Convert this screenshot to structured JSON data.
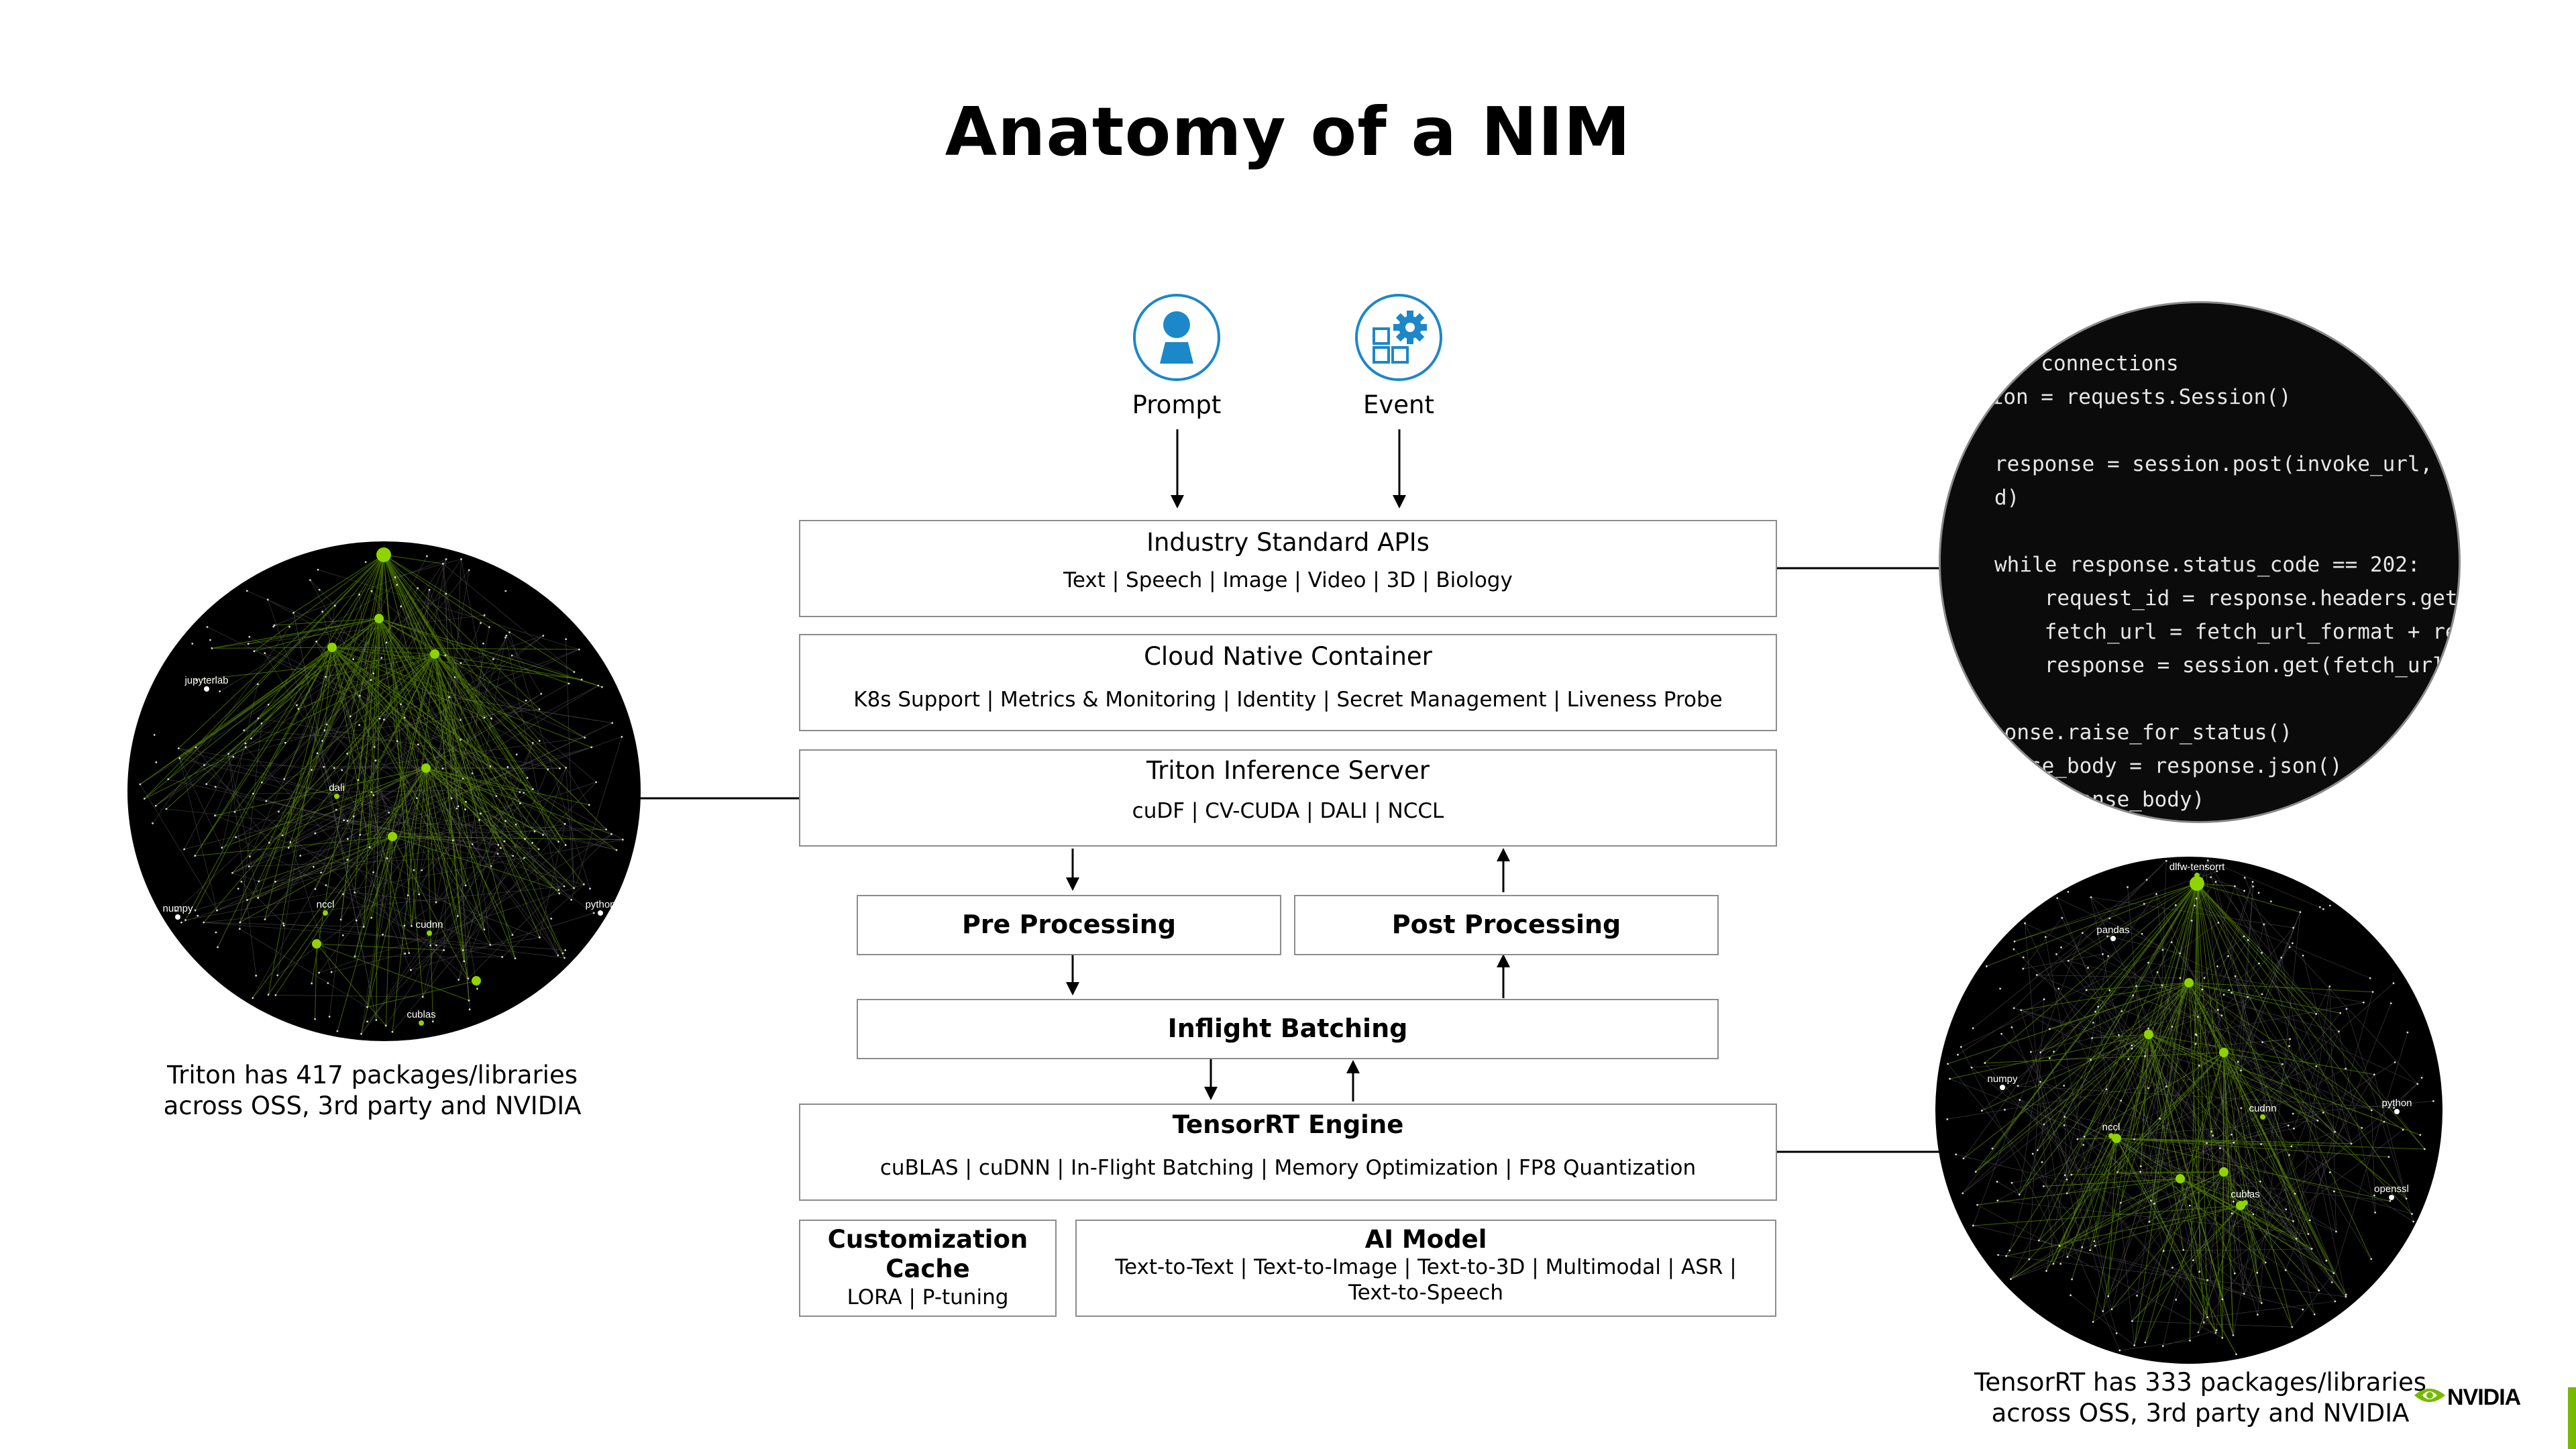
{
  "title": "Anatomy of a NIM",
  "inputs": [
    {
      "label": "Prompt",
      "icon": "person-icon"
    },
    {
      "label": "Event",
      "icon": "apps-gear-icon"
    }
  ],
  "layers": {
    "apis": {
      "title": "Industry Standard APIs",
      "sub": "Text | Speech | Image | Video | 3D | Biology"
    },
    "container": {
      "title": "Cloud Native Container",
      "sub": "K8s Support | Metrics & Monitoring | Identity | Secret Management | Liveness Probe"
    },
    "triton": {
      "title": "Triton Inference Server",
      "sub": "cuDF | CV-CUDA | DALI | NCCL"
    },
    "pre": {
      "title": "Pre Processing"
    },
    "post": {
      "title": "Post Processing"
    },
    "batching": {
      "title": "Inflight Batching"
    },
    "tensorrt": {
      "title": "TensorRT Engine",
      "sub": "cuBLAS | cuDNN | In-Flight Batching | Memory Optimization | FP8 Quantization"
    },
    "cache": {
      "title": "Customization Cache",
      "sub": "LORA | P-tuning"
    },
    "model": {
      "title": "AI Model",
      "sub": "Text-to-Text | Text-to-Image | Text-to-3D | Multimodal | ASR | Text-to-Speech"
    }
  },
  "code_lines": [
    "# Reuse connections",
    "session = requests.Session()",
    "",
    "response = session.post(invoke_url, headers=headers, json=payload)",
    "d)",
    "",
    "while response.status_code == 202:",
    "    request_id = response.headers.get(\"NVCF-REQID\")",
    "    fetch_url = fetch_url_format + request_id",
    "    response = session.get(fetch_url, headers=headers)",
    "",
    "response.raise_for_status()",
    "response_body = response.json()",
    "print(response_body)"
  ],
  "triton_graph": {
    "caption_line1": "Triton has 417 packages/libraries",
    "caption_line2": "across OSS, 3rd party and NVIDIA",
    "node_labels": [
      "jupyterlab",
      "dali",
      "numpy",
      "nccl",
      "cudnn",
      "python",
      "cublas"
    ]
  },
  "tensorrt_graph": {
    "caption_line1": "TensorRT has  333 packages/libraries",
    "caption_line2": "across OSS, 3rd party and NVIDIA",
    "node_labels": [
      "dlfw-tensorrt",
      "pandas",
      "numpy",
      "nccl",
      "cudnn",
      "python",
      "cublas",
      "openssl"
    ]
  },
  "logo": {
    "text": "NVIDIA",
    "icon": "nvidia-eye-logo"
  },
  "colors": {
    "accent": "#76b900",
    "icon_blue": "#1c87c9",
    "box_border": "#8c8c8c"
  }
}
